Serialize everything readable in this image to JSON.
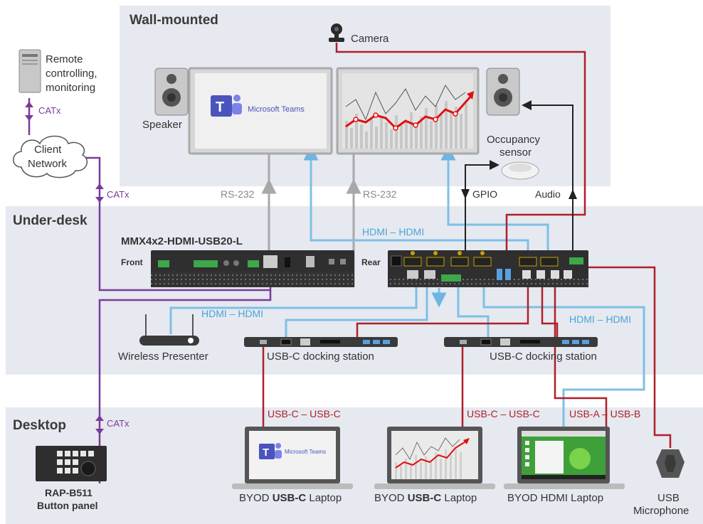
{
  "zones": {
    "wall": "Wall-mounted",
    "under": "Under-desk",
    "desktop": "Desktop"
  },
  "devices": {
    "camera": "Camera",
    "speaker": "Speaker",
    "teams_display": "Microsoft Teams",
    "occupancy_line1": "Occupancy",
    "occupancy_line2": "sensor",
    "remote_line1": "Remote",
    "remote_line2": "controlling,",
    "remote_line3": "monitoring",
    "network_line1": "Client",
    "network_line2": "Network",
    "matrix_model": "MMX4x2-HDMI-USB20-L",
    "front": "Front",
    "rear": "Rear",
    "wireless_presenter": "Wireless Presenter",
    "dock_1": "USB-C docking station",
    "dock_2": "USB-C docking station",
    "rap_model": "RAP-B511",
    "rap_desc": "Button panel",
    "laptop_1_prefix": "BYOD ",
    "laptop_1_bold": "USB-C",
    "laptop_1_suffix": " Laptop",
    "laptop_2_prefix": "BYOD ",
    "laptop_2_bold": "USB-C",
    "laptop_2_suffix": " Laptop",
    "laptop_3": "BYOD HDMI Laptop",
    "laptop_teams": "Microsoft Teams",
    "microphone_line1": "USB",
    "microphone_line2": "Microphone"
  },
  "connections": {
    "catx_1": "CATx",
    "catx_2": "CATx",
    "catx_3": "CATx",
    "rs232_1": "RS-232",
    "rs232_2": "RS-232",
    "gpio": "GPIO",
    "audio": "Audio",
    "hdmi_top": "HDMI – HDMI",
    "hdmi_presenter": "HDMI – HDMI",
    "hdmi_right": "HDMI – HDMI",
    "usbc_1": "USB-C – USB-C",
    "usbc_2": "USB-C – USB-C",
    "usba_usbb": "USB-A – USB-B"
  },
  "colors": {
    "zone_bg": "#e6e9f0",
    "hdmi": "#7fbfe6",
    "usb": "#b01f2a",
    "catx": "#7a3a9a",
    "rs232": "#a8a8a8",
    "gpio_audio": "#333333",
    "device_dark": "#3a3a3a"
  }
}
